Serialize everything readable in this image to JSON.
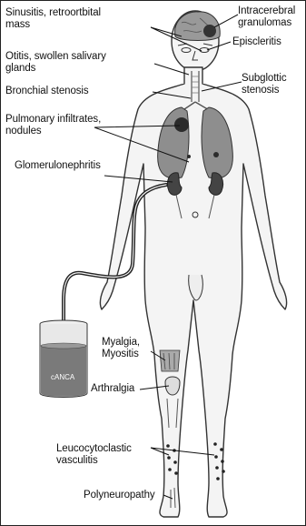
{
  "labels": {
    "sinusitis_l1": "Sinusitis, retroortbital",
    "sinusitis_l2": "mass",
    "intracerebral_l1": "Intracerebral",
    "intracerebral_l2": "granulomas",
    "otitis_l1": "Otitis, swollen salivary",
    "otitis_l2": "glands",
    "episcleritis": "Episcleritis",
    "bronchial": "Bronchial stenosis",
    "subglottic_l1": "Subglottic",
    "subglottic_l2": "stenosis",
    "pulmonary_l1": "Pulmonary infiltrates,",
    "pulmonary_l2": "nodules",
    "glomerulo": "Glomerulonephritis",
    "myalgia_l1": "Myalgia,",
    "myalgia_l2": "Myositis",
    "arthralgia": "Arthralgia",
    "leuco_l1": "Leucocytoclastic",
    "leuco_l2": "vasculitis",
    "polyneuro": "Polyneuropathy"
  },
  "jar": {
    "label": "cANCA"
  }
}
